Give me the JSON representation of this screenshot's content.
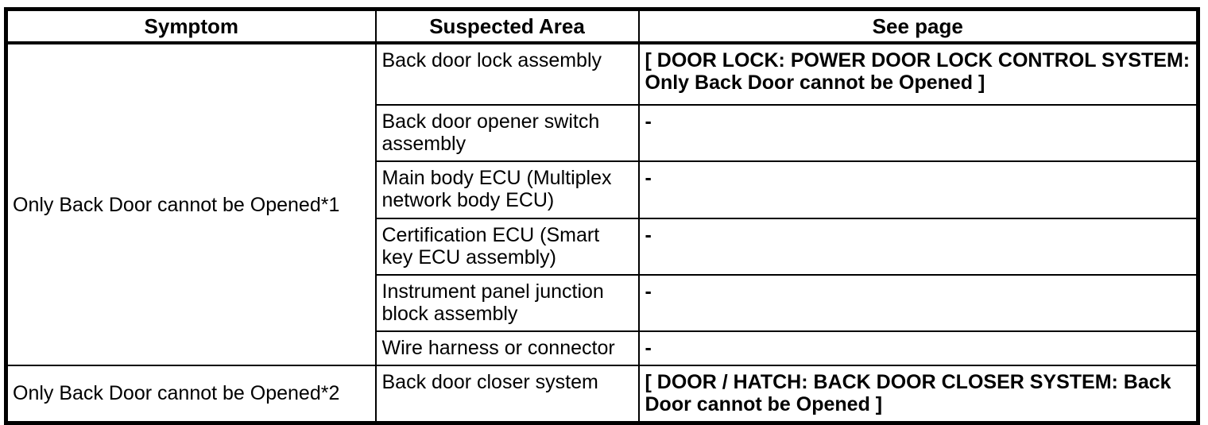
{
  "table": {
    "columns": [
      {
        "label": "Symptom"
      },
      {
        "label": "Suspected Area"
      },
      {
        "label": "See page"
      }
    ],
    "groups": [
      {
        "symptom": "Only Back Door cannot be Opened*1",
        "rows": [
          {
            "suspected_area": "Back door lock assembly",
            "see_page": "[ DOOR LOCK: POWER DOOR LOCK CONTROL SYSTEM: Only Back Door cannot be Opened ]"
          },
          {
            "suspected_area": "Back door opener switch assembly",
            "see_page": "-"
          },
          {
            "suspected_area": "Main body ECU (Multiplex network body ECU)",
            "see_page": "-"
          },
          {
            "suspected_area": "Certification ECU (Smart key ECU assembly)",
            "see_page": "-"
          },
          {
            "suspected_area": "Instrument panel junction block assembly",
            "see_page": "-"
          },
          {
            "suspected_area": "Wire harness or connector",
            "see_page": "-"
          }
        ]
      },
      {
        "symptom": "Only Back Door cannot be Opened*2",
        "rows": [
          {
            "suspected_area": "Back door closer system",
            "see_page": "[ DOOR / HATCH: BACK DOOR CLOSER SYSTEM: Back Door cannot be Opened ]"
          }
        ]
      }
    ]
  }
}
